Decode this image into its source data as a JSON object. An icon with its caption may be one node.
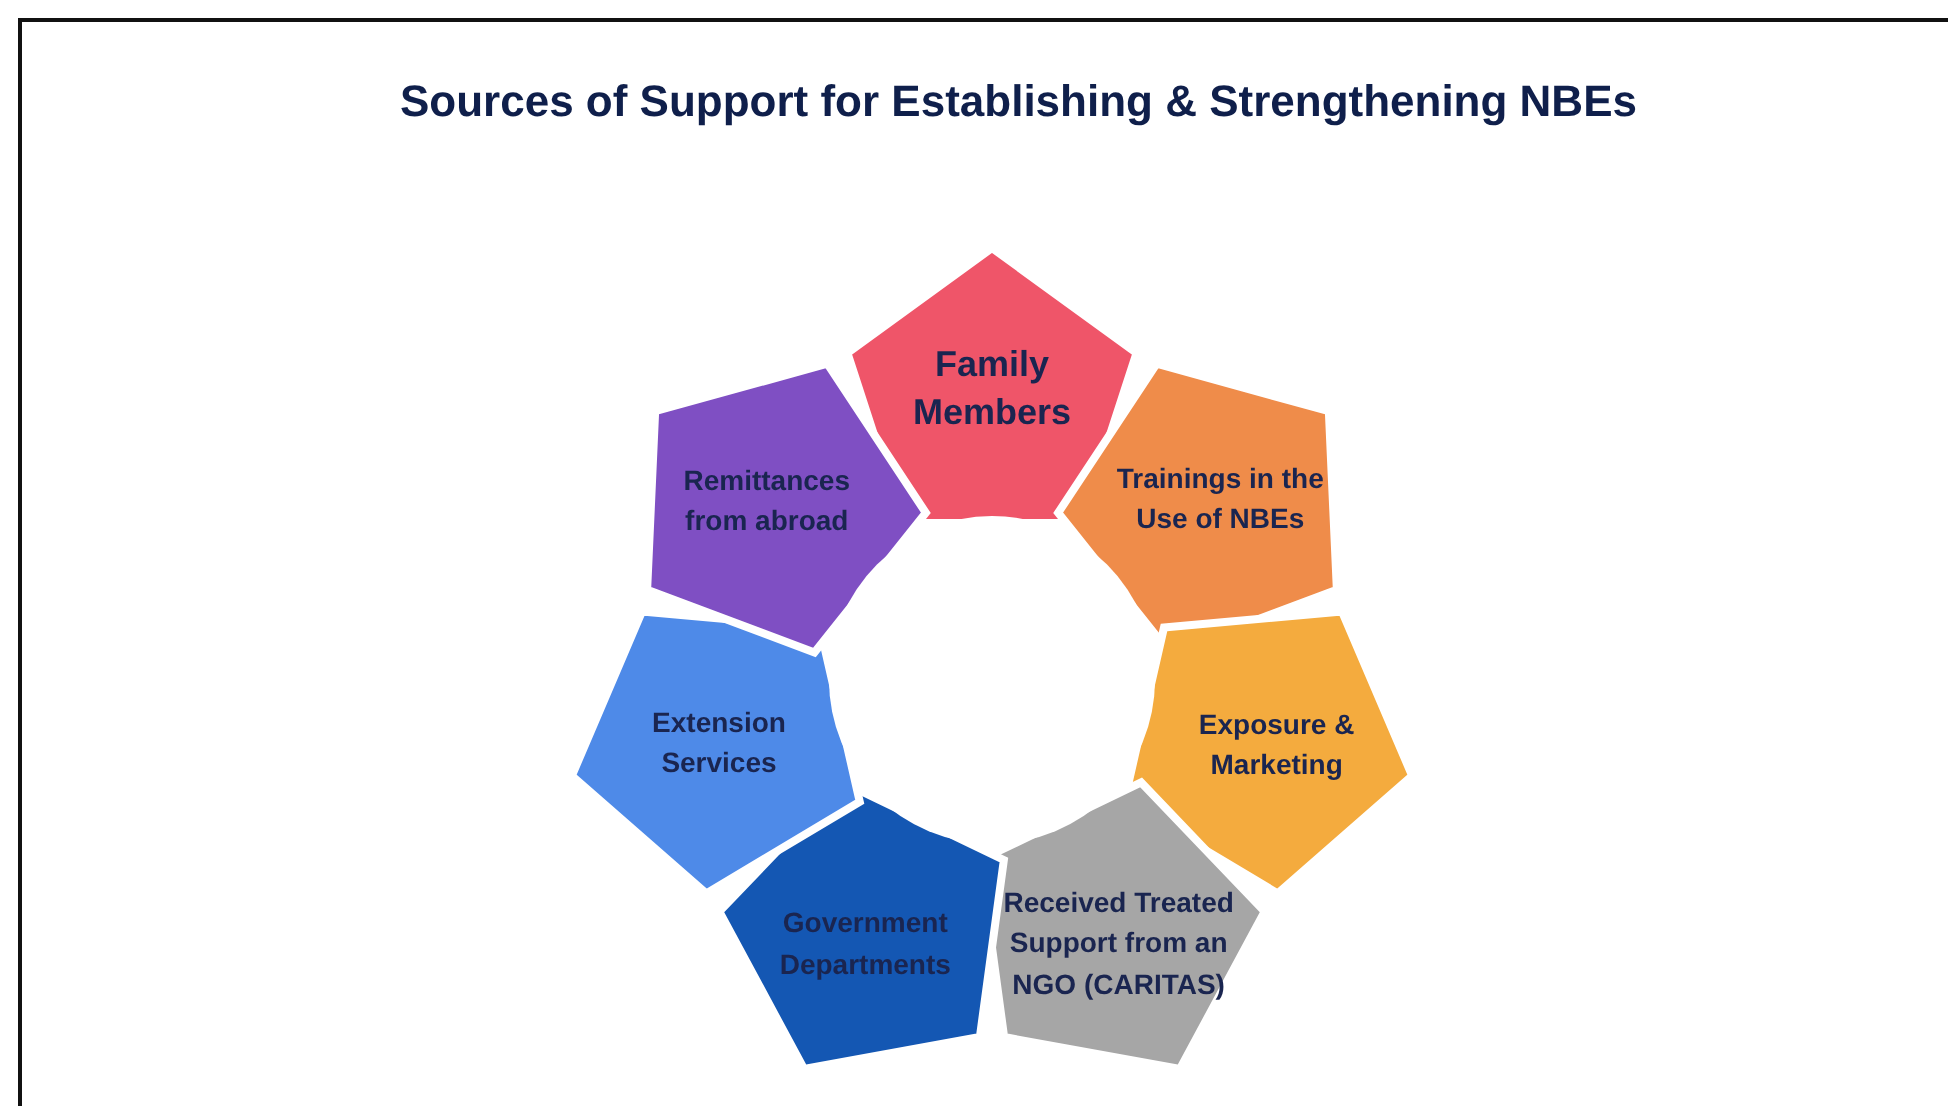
{
  "diagram": {
    "title": "Sources of Support for Establishing & Strengthening NBEs",
    "nodes": [
      {
        "text": [
          "Family Members"
        ]
      },
      {
        "text": [
          "Trainings in the Use of NBEs"
        ]
      },
      {
        "text": [
          "Exposure & Marketing"
        ]
      },
      {
        "text": [
          "Received Treated Support from an NGO (CARITAS)"
        ]
      },
      {
        "text": [
          "Government Departments"
        ]
      },
      {
        "text": [
          "Extension Services"
        ]
      },
      {
        "text": [
          "Remittances from abroad"
        ]
      }
    ]
  }
}
